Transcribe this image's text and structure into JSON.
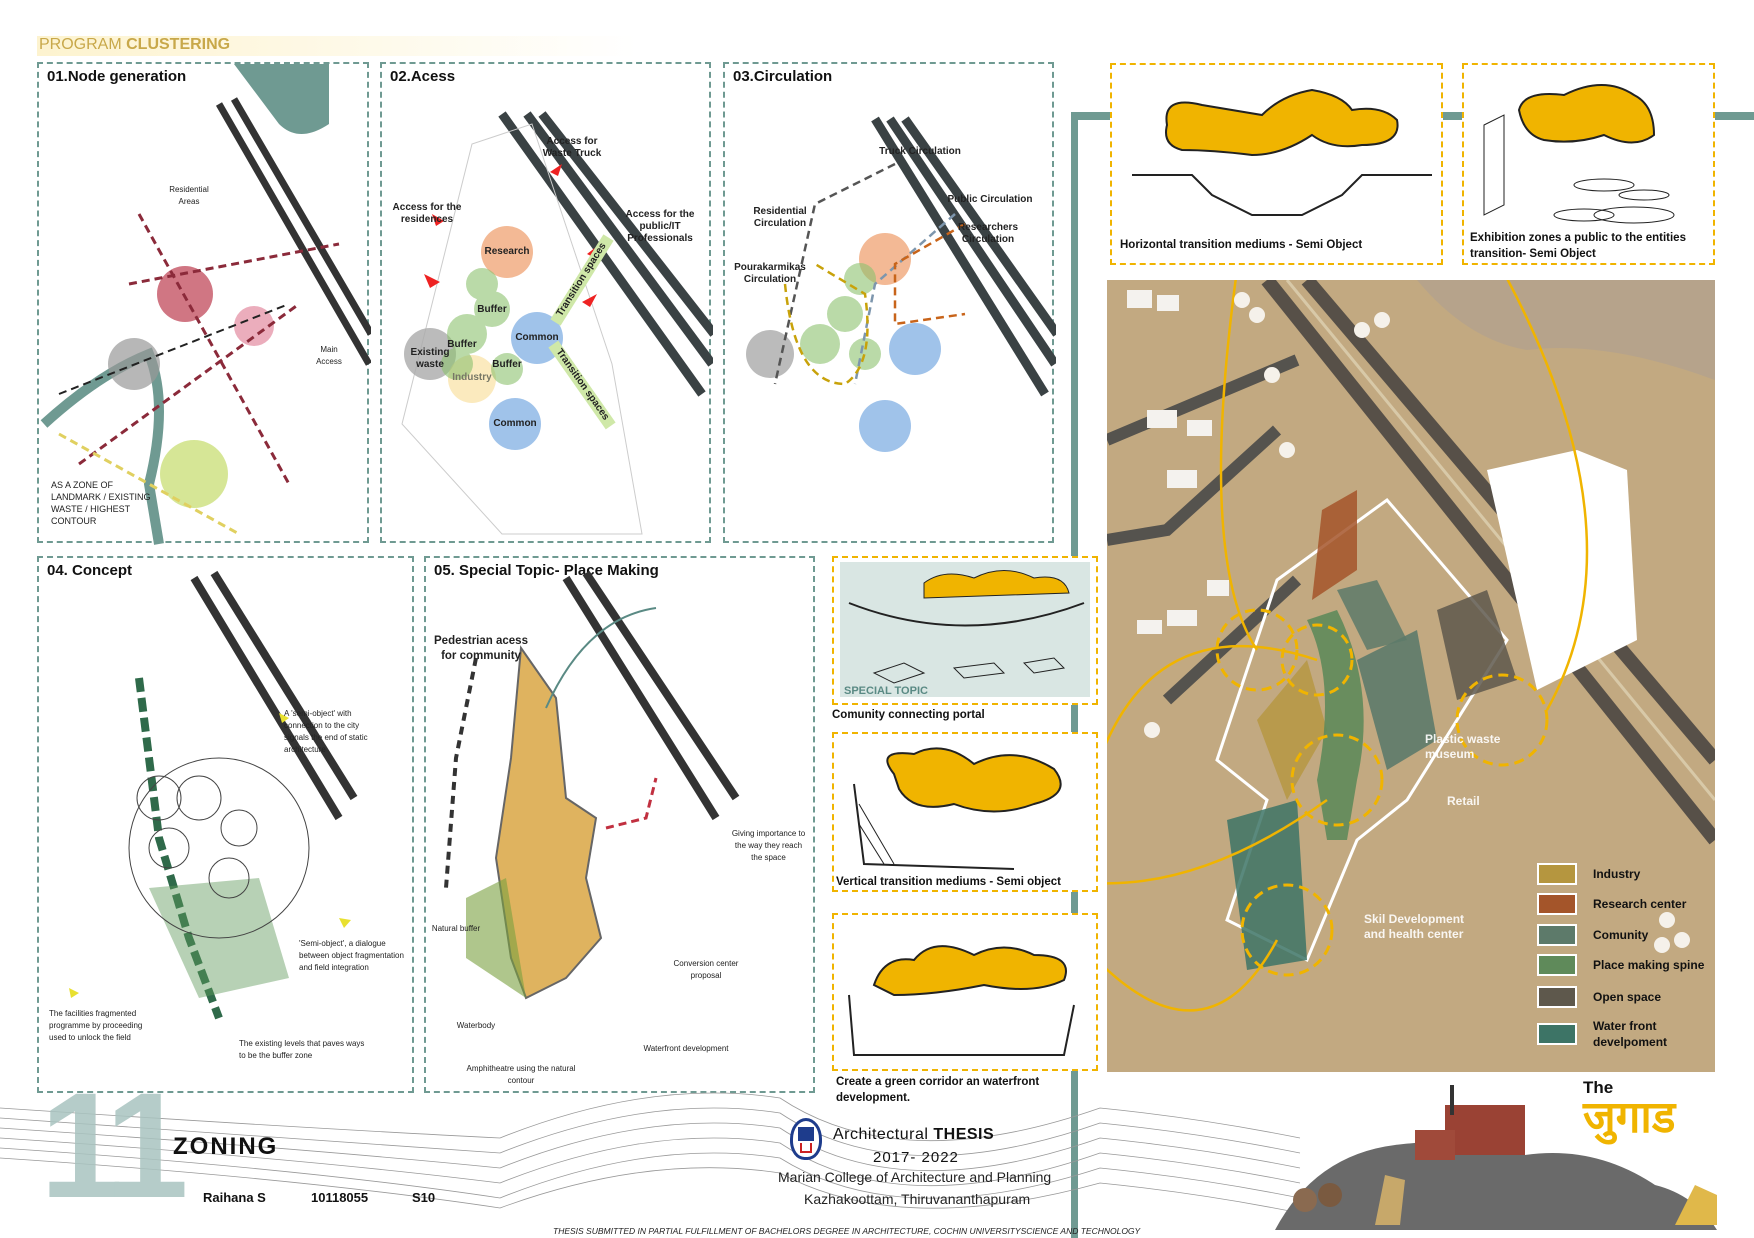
{
  "header": {
    "title_prefix": "PROGRAM ",
    "title_bold": "CLUSTERING"
  },
  "panels": {
    "node": {
      "title": "01.Node generation",
      "notes": [
        "Residential Areas",
        "Main Access",
        "AS A ZONE OF LANDMARK / EXISTING WASTE / HIGHEST CONTOUR"
      ]
    },
    "access": {
      "title": "02.Acess",
      "labels": [
        "Access for Waste Truck",
        "Access for the residences",
        "Access for the public/IT Professionals",
        "Research",
        "Buffer",
        "Buffer",
        "Buffer",
        "Existing waste",
        "Industry",
        "Common",
        "Common",
        "Transition spaces",
        "Transition spaces"
      ]
    },
    "circulation": {
      "title": "03.Circulation",
      "labels": [
        "Truck Circulation",
        "Public Circulation",
        "Residential Circulation",
        "Researchers Circulation",
        "Pourakarmikas Circulation"
      ]
    },
    "concept": {
      "title": "04. Concept",
      "notes": [
        "A 'semi-object' with connection to the city signals the end of static architecture",
        "'Semi-object', a dialogue between object fragmentation and field integration",
        "The facilities fragmented programme by proceeding used to unlock the field",
        "The existing levels that paves ways to be the buffer zone"
      ]
    },
    "special": {
      "title": "05. Special Topic- Place Making",
      "labels": [
        "Pedestrian acess for community",
        "Natural buffer",
        "Waterbody",
        "Amphitheatre using the natural contour",
        "Waterfront development",
        "Conversion center proposal",
        "Giving importance to the way they reach the space"
      ]
    }
  },
  "vignettes": {
    "special_topic": {
      "tag": "SPECIAL TOPIC",
      "caption": "Comunity connecting portal"
    },
    "vertical": {
      "caption": "Vertical transition mediums - Semi object"
    },
    "green": {
      "caption": "Create a green corridor an waterfront development."
    },
    "horizontal": {
      "caption": "Horizontal transition mediums - Semi Object"
    },
    "exhibition": {
      "caption": "Exhibition zones a public to the entities transition- Semi Object"
    }
  },
  "site_model": {
    "labels": [
      "Plastic waste museum",
      "Retail",
      "Skil Development and health center"
    ],
    "legend": [
      {
        "label": "Industry",
        "color": "#b5963f"
      },
      {
        "label": "Research center",
        "color": "#a4552a"
      },
      {
        "label": "Comunity",
        "color": "#5d7a6a"
      },
      {
        "label": "Place making spine",
        "color": "#5f8a5a"
      },
      {
        "label": "Open space",
        "color": "#5e584c"
      },
      {
        "label": "Water front develpoment",
        "color": "#3d7466"
      }
    ]
  },
  "footer": {
    "sheet_number": "11",
    "sheet_title": "ZONING",
    "student_name": "Raihana S",
    "roll_no": "10118055",
    "semester": "S10",
    "thesis_label_light": "Architectural ",
    "thesis_label_bold": "THESIS",
    "years": "2017- 2022",
    "college": "Marian College of Architecture and Planning",
    "location": "Kazhakoottam, Thiruvananthapuram",
    "project_the": "The",
    "project_name": "जुगाड",
    "submission_note": "THESIS SUBMITTED IN PARTIAL FULFILLMENT OF BACHELORS DEGREE IN ARCHITECTURE, COCHIN UNIVERSITYSCIENCE AND TECHNOLOGY"
  },
  "colors": {
    "teal": "#6f9a92",
    "yellow": "#f0b400",
    "model_ground": "#c2a981"
  }
}
